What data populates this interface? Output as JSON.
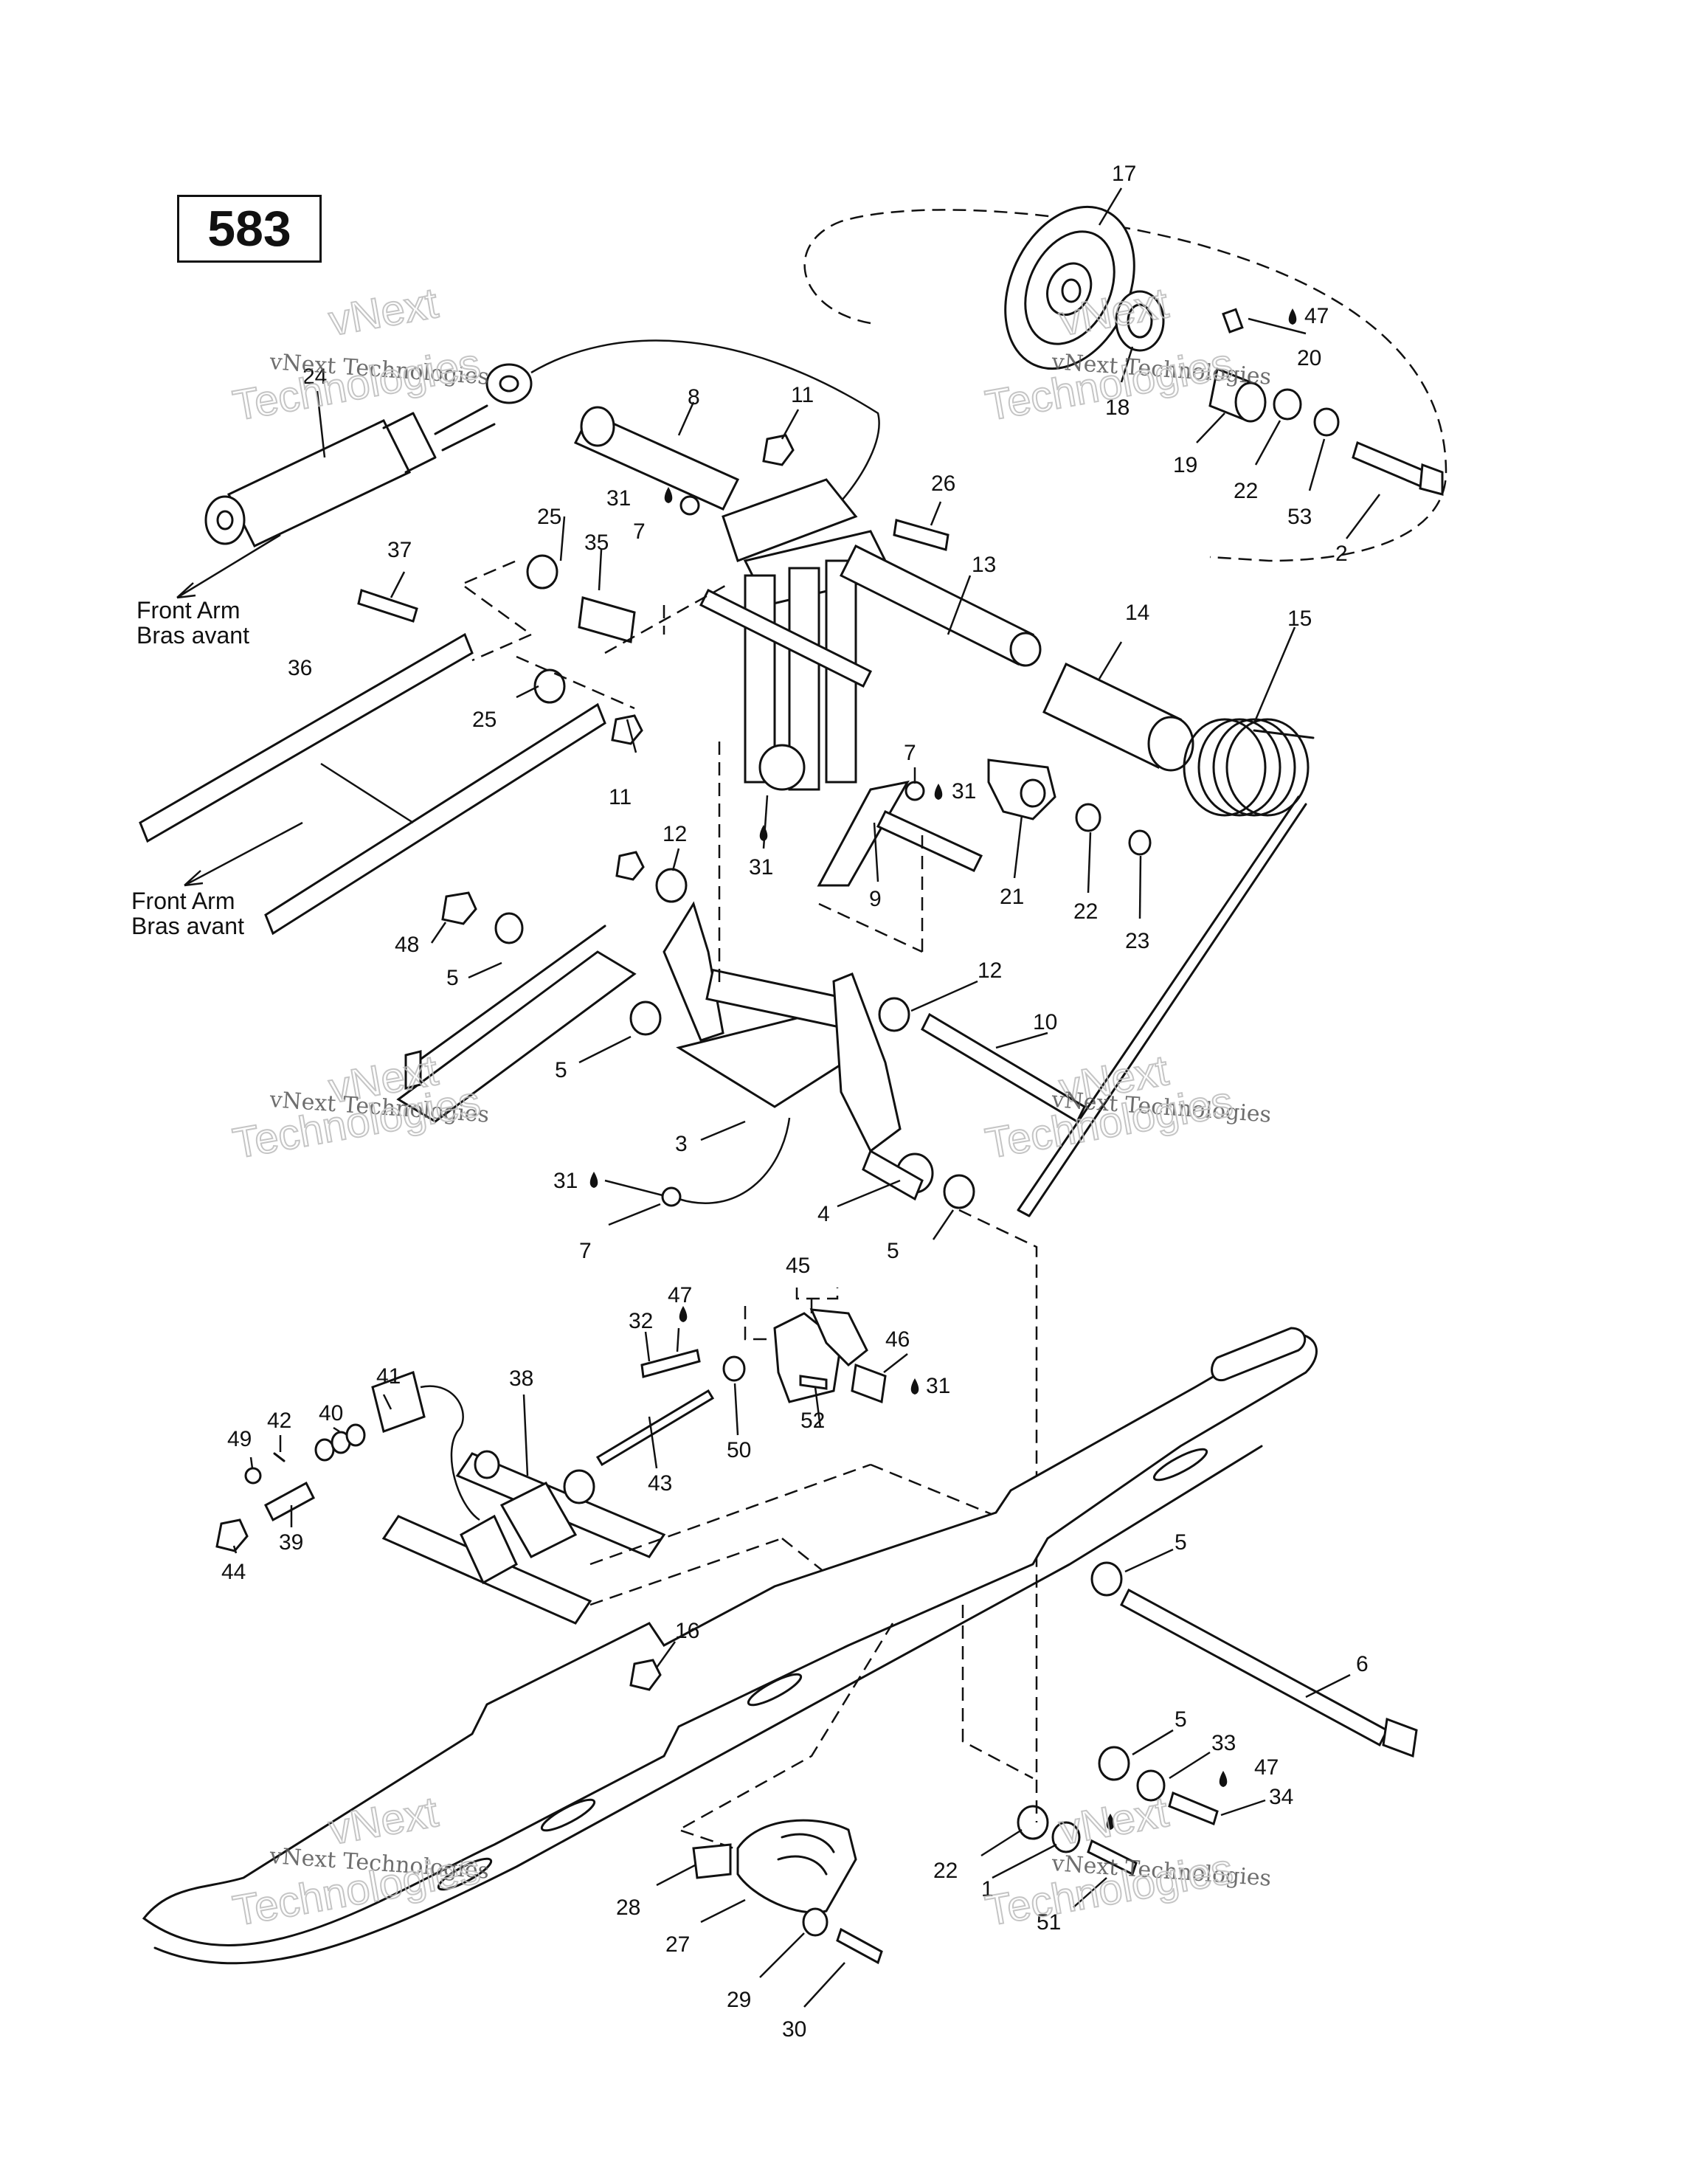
{
  "page_number": "583",
  "notes": {
    "front_arm_en": "Front Arm",
    "front_arm_fr": "Bras avant"
  },
  "watermark": {
    "line1": "vNext",
    "line2": "vNext Technologies",
    "line3": "Technologies"
  },
  "lubricant_icon": "oil-drop-icon",
  "callouts": [
    {
      "id": "c17",
      "text": "17"
    },
    {
      "id": "c47a",
      "text": "47"
    },
    {
      "id": "c20",
      "text": "20"
    },
    {
      "id": "c18",
      "text": "18"
    },
    {
      "id": "c19",
      "text": "19"
    },
    {
      "id": "c22a",
      "text": "22"
    },
    {
      "id": "c53",
      "text": "53"
    },
    {
      "id": "c2",
      "text": "2"
    },
    {
      "id": "c24",
      "text": "24"
    },
    {
      "id": "c8",
      "text": "8"
    },
    {
      "id": "c11a",
      "text": "11"
    },
    {
      "id": "c26",
      "text": "26"
    },
    {
      "id": "c31a",
      "text": "31"
    },
    {
      "id": "c7a",
      "text": "7"
    },
    {
      "id": "c25a",
      "text": "25"
    },
    {
      "id": "c35",
      "text": "35"
    },
    {
      "id": "c37",
      "text": "37"
    },
    {
      "id": "c13",
      "text": "13"
    },
    {
      "id": "c14",
      "text": "14"
    },
    {
      "id": "c15",
      "text": "15"
    },
    {
      "id": "c36",
      "text": "36"
    },
    {
      "id": "c25b",
      "text": "25"
    },
    {
      "id": "c11b",
      "text": "11"
    },
    {
      "id": "c7b",
      "text": "7"
    },
    {
      "id": "c31b",
      "text": "31"
    },
    {
      "id": "c31c",
      "text": "31"
    },
    {
      "id": "c9",
      "text": "9"
    },
    {
      "id": "c21",
      "text": "21"
    },
    {
      "id": "c22b",
      "text": "22"
    },
    {
      "id": "c23",
      "text": "23"
    },
    {
      "id": "c12a",
      "text": "12"
    },
    {
      "id": "c48",
      "text": "48"
    },
    {
      "id": "c5a",
      "text": "5"
    },
    {
      "id": "c12b",
      "text": "12"
    },
    {
      "id": "c10",
      "text": "10"
    },
    {
      "id": "c5b",
      "text": "5"
    },
    {
      "id": "c3",
      "text": "3"
    },
    {
      "id": "c31d",
      "text": "31"
    },
    {
      "id": "c7c",
      "text": "7"
    },
    {
      "id": "c4",
      "text": "4"
    },
    {
      "id": "c5c",
      "text": "5"
    },
    {
      "id": "c45",
      "text": "45"
    },
    {
      "id": "c47b",
      "text": "47"
    },
    {
      "id": "c32",
      "text": "32"
    },
    {
      "id": "c46",
      "text": "46"
    },
    {
      "id": "c31e",
      "text": "31"
    },
    {
      "id": "c38",
      "text": "38"
    },
    {
      "id": "c41",
      "text": "41"
    },
    {
      "id": "c40",
      "text": "40"
    },
    {
      "id": "c42",
      "text": "42"
    },
    {
      "id": "c49",
      "text": "49"
    },
    {
      "id": "c50",
      "text": "50"
    },
    {
      "id": "c52",
      "text": "52"
    },
    {
      "id": "c43",
      "text": "43"
    },
    {
      "id": "c39",
      "text": "39"
    },
    {
      "id": "c44",
      "text": "44"
    },
    {
      "id": "c5d",
      "text": "5"
    },
    {
      "id": "c6",
      "text": "6"
    },
    {
      "id": "c16",
      "text": "16"
    },
    {
      "id": "c5e",
      "text": "5"
    },
    {
      "id": "c33",
      "text": "33"
    },
    {
      "id": "c47c",
      "text": "47"
    },
    {
      "id": "c34",
      "text": "34"
    },
    {
      "id": "c22c",
      "text": "22"
    },
    {
      "id": "c1",
      "text": "1"
    },
    {
      "id": "c51",
      "text": "51"
    },
    {
      "id": "c28",
      "text": "28"
    },
    {
      "id": "c27",
      "text": "27"
    },
    {
      "id": "c29",
      "text": "29"
    },
    {
      "id": "c30",
      "text": "30"
    }
  ]
}
